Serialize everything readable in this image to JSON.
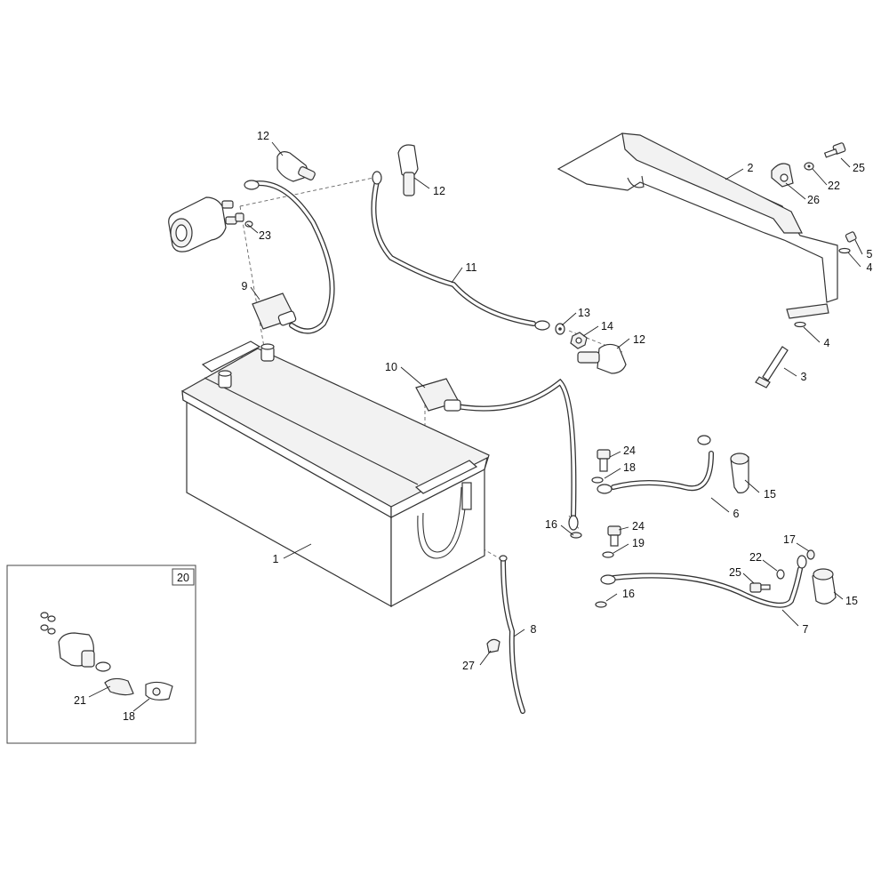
{
  "diagram": {
    "callouts": [
      {
        "id": "c1",
        "text": "1"
      },
      {
        "id": "c2",
        "text": "2"
      },
      {
        "id": "c3",
        "text": "3"
      },
      {
        "id": "c4a",
        "text": "4"
      },
      {
        "id": "c4b",
        "text": "4"
      },
      {
        "id": "c5",
        "text": "5"
      },
      {
        "id": "c6",
        "text": "6"
      },
      {
        "id": "c7",
        "text": "7"
      },
      {
        "id": "c8",
        "text": "8"
      },
      {
        "id": "c9",
        "text": "9"
      },
      {
        "id": "c10",
        "text": "10"
      },
      {
        "id": "c11",
        "text": "11"
      },
      {
        "id": "c12a",
        "text": "12"
      },
      {
        "id": "c12b",
        "text": "12"
      },
      {
        "id": "c12c",
        "text": "12"
      },
      {
        "id": "c13",
        "text": "13"
      },
      {
        "id": "c14",
        "text": "14"
      },
      {
        "id": "c15a",
        "text": "15"
      },
      {
        "id": "c15b",
        "text": "15"
      },
      {
        "id": "c16a",
        "text": "16"
      },
      {
        "id": "c16b",
        "text": "16"
      },
      {
        "id": "c17",
        "text": "17"
      },
      {
        "id": "c18a",
        "text": "18"
      },
      {
        "id": "c18b",
        "text": "18"
      },
      {
        "id": "c19",
        "text": "19"
      },
      {
        "id": "c20",
        "text": "20"
      },
      {
        "id": "c21",
        "text": "21"
      },
      {
        "id": "c22a",
        "text": "22"
      },
      {
        "id": "c22b",
        "text": "22"
      },
      {
        "id": "c23",
        "text": "23"
      },
      {
        "id": "c24a",
        "text": "24"
      },
      {
        "id": "c24b",
        "text": "24"
      },
      {
        "id": "c25a",
        "text": "25"
      },
      {
        "id": "c25b",
        "text": "25"
      },
      {
        "id": "c26",
        "text": "26"
      },
      {
        "id": "c27",
        "text": "27"
      }
    ]
  }
}
